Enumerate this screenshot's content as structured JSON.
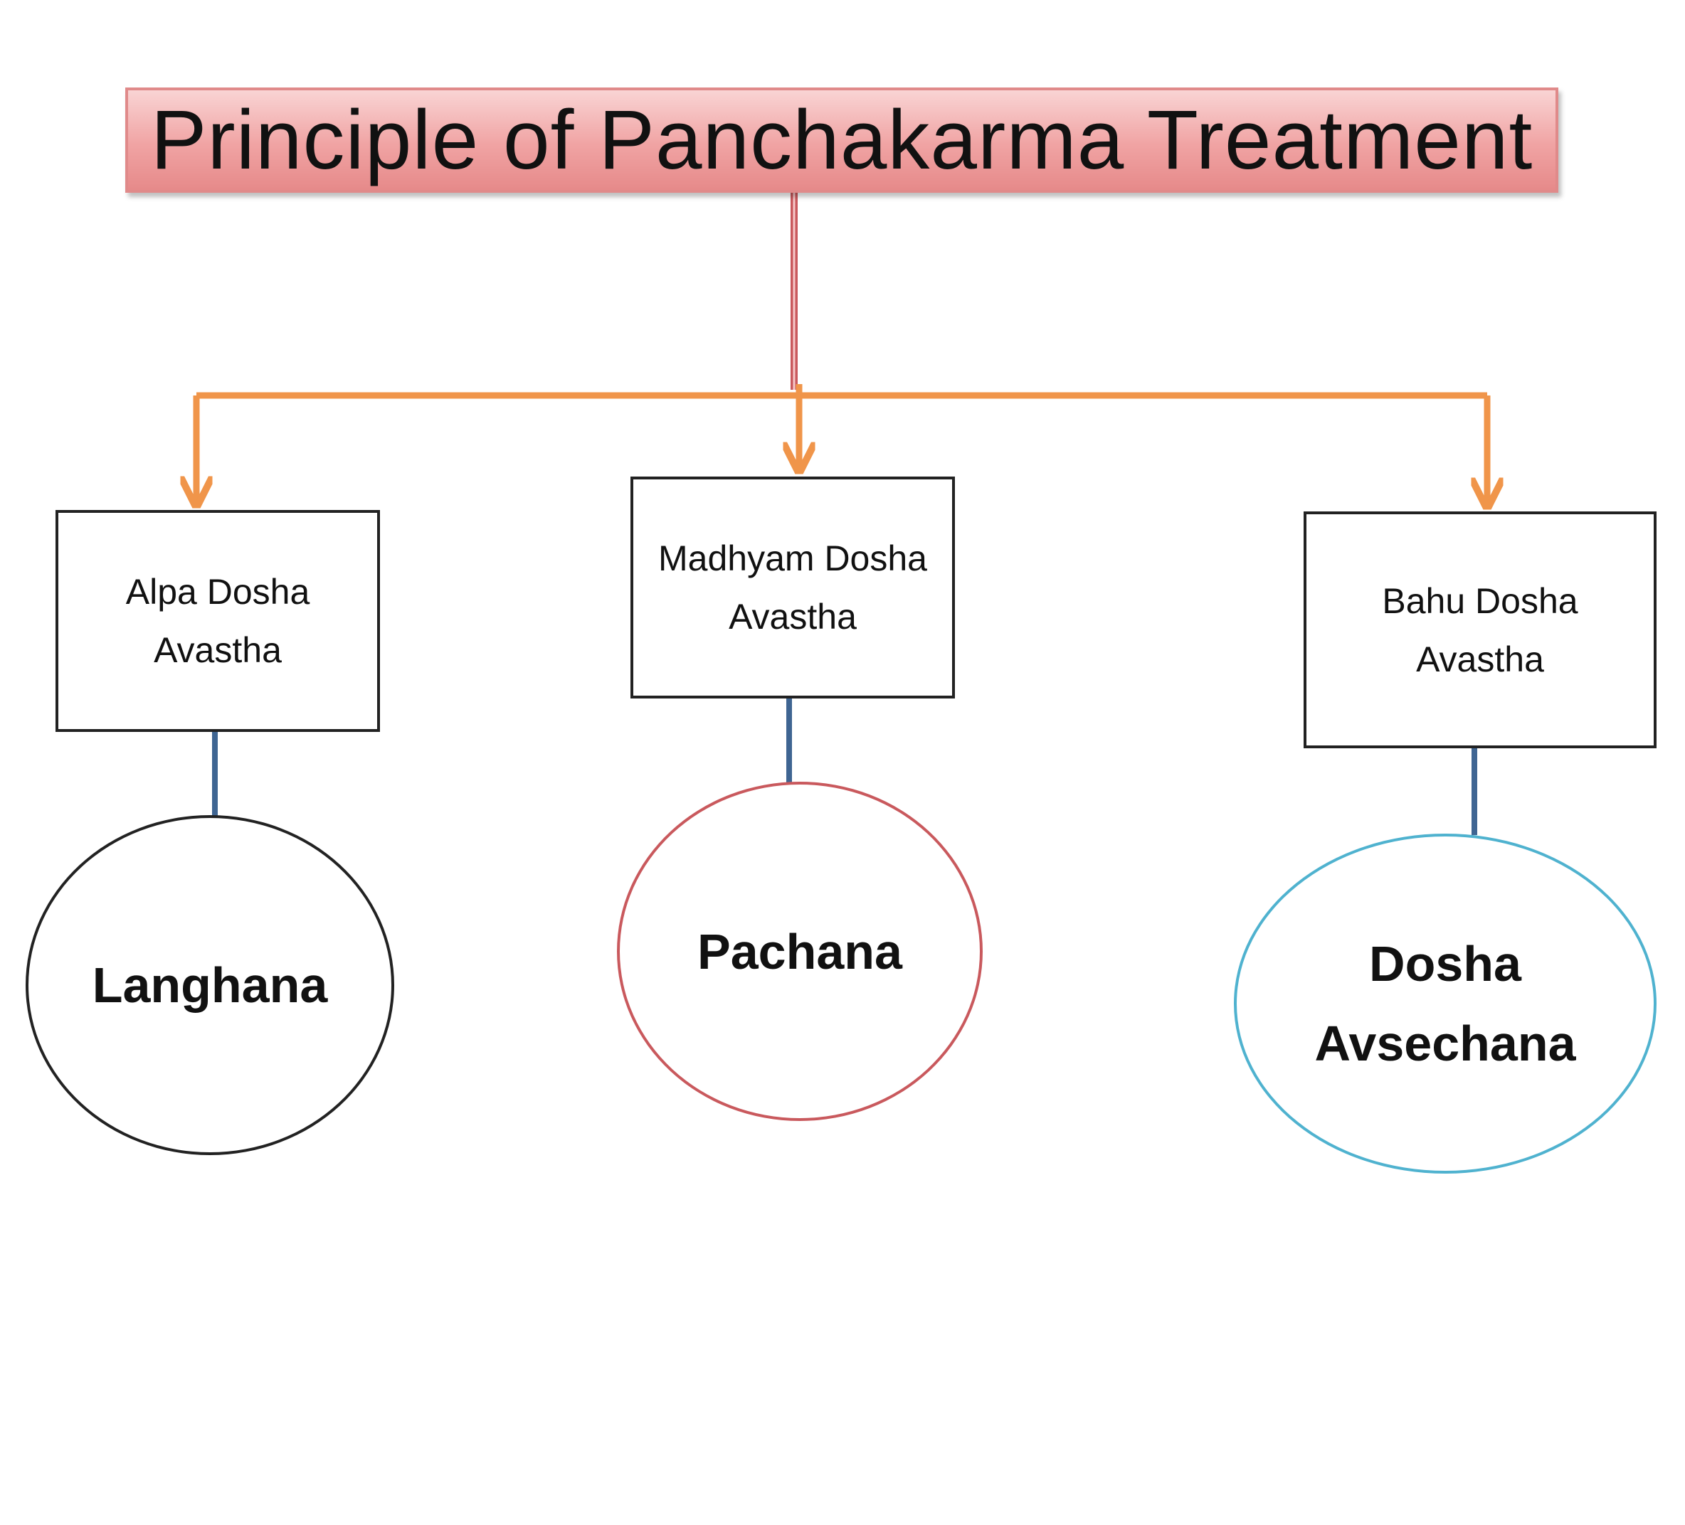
{
  "title": "Principle of Panchakarma Treatment",
  "levels": [
    {
      "condition": "Alpa Dosha Avastha",
      "treatment": "Langhana"
    },
    {
      "condition": "Madhyam Dosha Avastha",
      "treatment": "Pachana"
    },
    {
      "condition": "Bahu Dosha Avastha",
      "treatment": "Dosha Avsechana"
    }
  ],
  "colors": {
    "title_fill": "#f0a3a3",
    "title_border": "#e08a8a",
    "title_connector": "#c9595d",
    "branch_connector": "#f0954a",
    "box_to_circle_connector": "#3f6592",
    "circle_langhana": "#222222",
    "circle_pachana": "#c9595d",
    "circle_dosha_avsechana": "#4fb2cf"
  }
}
